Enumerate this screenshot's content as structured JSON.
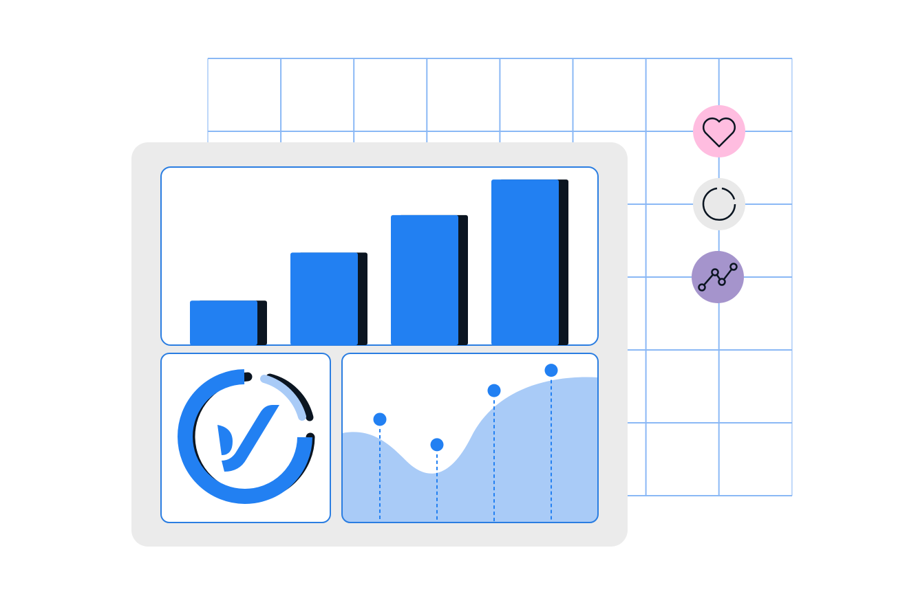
{
  "colors": {
    "primary_blue": "#2280f2",
    "dark": "#0b1521",
    "light_blue": "#a9cbf7",
    "grid_line": "#8ab8f5",
    "panel_bg": "#ebebeb",
    "heart_badge": "#ffbde0",
    "loading_badge": "#e9e9e9",
    "trend_badge": "#a594cc"
  },
  "icons": [
    "heart-icon",
    "loading-circle-icon",
    "trend-line-icon",
    "checkmark-icon"
  ],
  "bar_levels": [
    0.25,
    0.52,
    0.73,
    0.93
  ],
  "line_points": [
    0.61,
    0.46,
    0.78,
    0.9
  ]
}
